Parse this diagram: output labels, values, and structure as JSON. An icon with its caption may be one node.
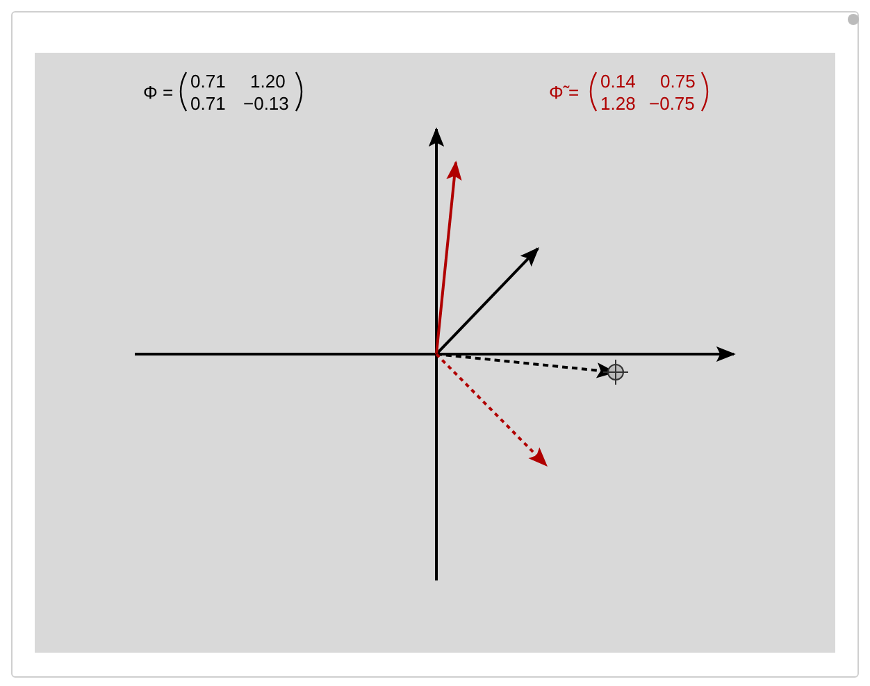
{
  "diagram": {
    "labels": [
      "Φ =",
      "0.71",
      "1.20",
      "0.71",
      "−0.13",
      "Φ̃ =",
      "0.14",
      "0.75",
      "1.28",
      "−0.75"
    ]
  }
}
